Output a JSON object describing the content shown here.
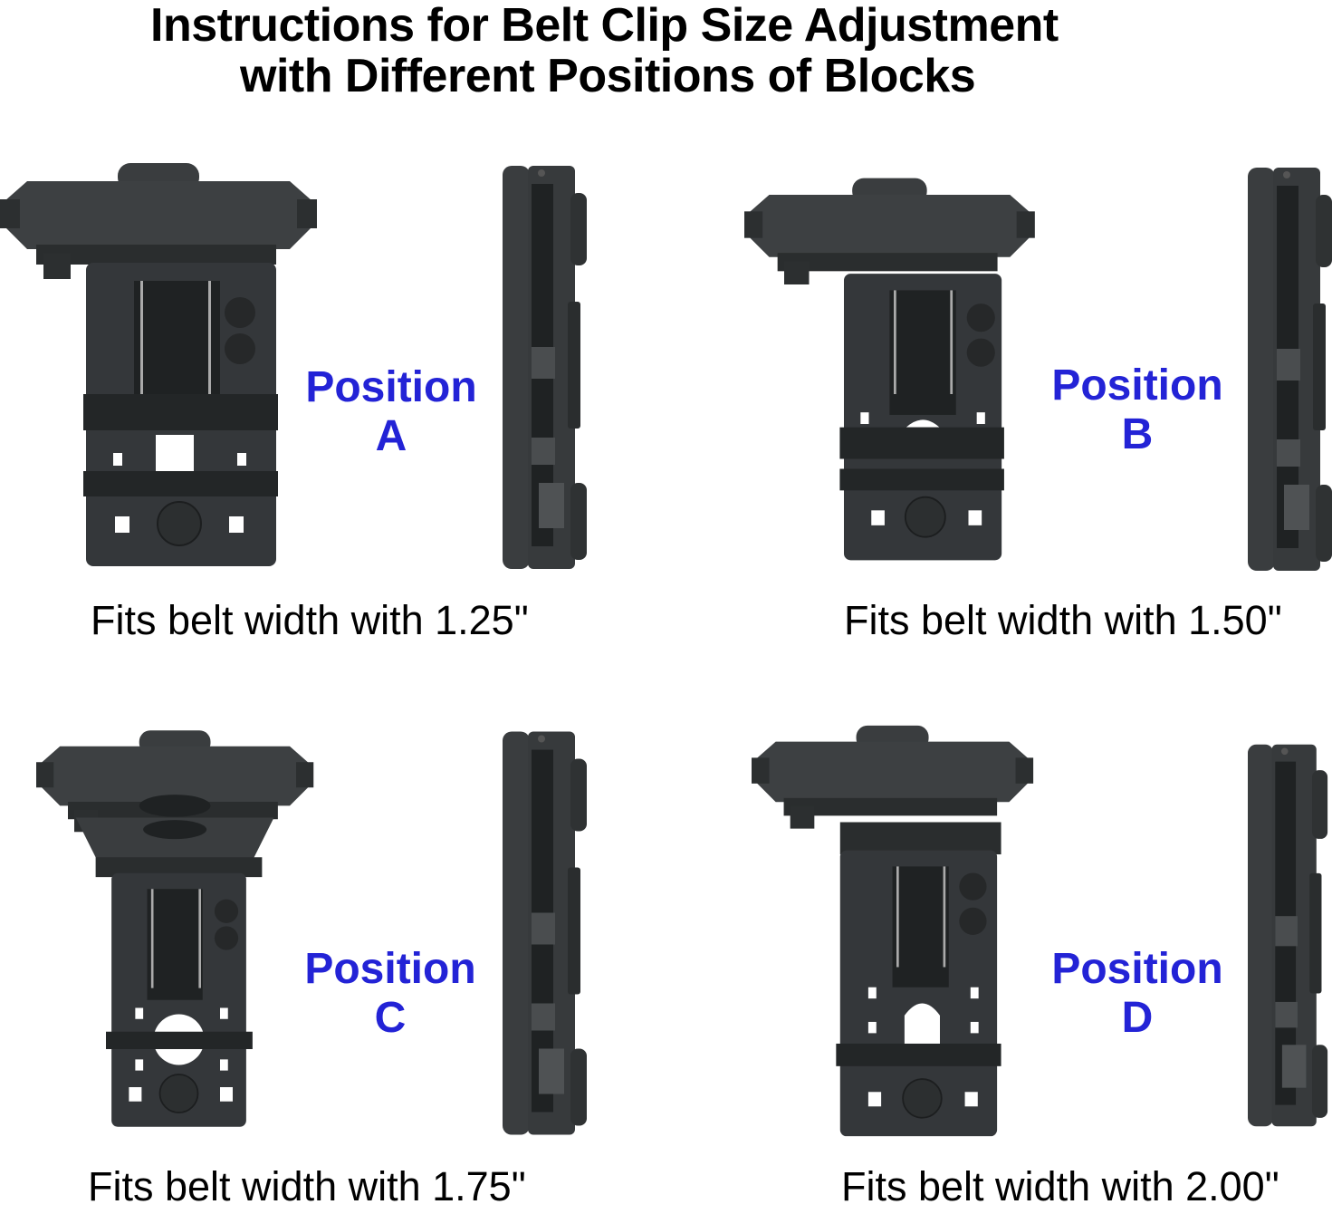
{
  "title": {
    "line1": "Instructions for Belt Clip Size Adjustment",
    "line2": "with Different Positions of Blocks"
  },
  "positions": [
    {
      "label": "Position",
      "letter": "A",
      "caption": "Fits belt width with 1.25\"",
      "belt_width": "1.25\"",
      "hole": "square"
    },
    {
      "label": "Position",
      "letter": "B",
      "caption": "Fits belt width with 1.50\"",
      "belt_width": "1.50\"",
      "hole": "half-round"
    },
    {
      "label": "Position",
      "letter": "C",
      "caption": "Fits belt width with 1.75\"",
      "belt_width": "1.75\"",
      "hole": "round"
    },
    {
      "label": "Position",
      "letter": "D",
      "caption": "Fits belt width with 2.00\"",
      "belt_width": "2.00\"",
      "hole": "arch"
    }
  ],
  "colors": {
    "position_label": "#2323d6",
    "clip_body": "#3a3d3f",
    "clip_dark": "#222526",
    "text": "#000000",
    "background": "#ffffff"
  }
}
